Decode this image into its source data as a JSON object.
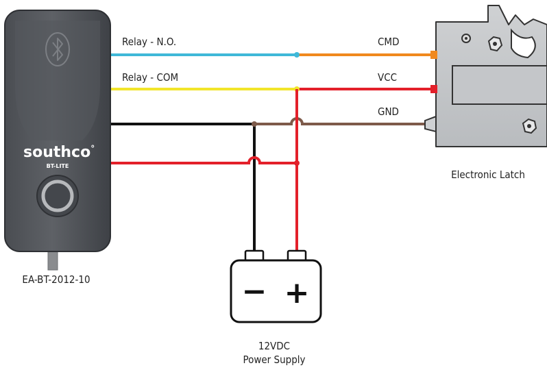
{
  "device": {
    "brand": "southco",
    "brand_mark": "°",
    "model_badge": "BT-LITE",
    "part_number": "EA-BT-2012-10",
    "icon": "bluetooth-icon"
  },
  "latch": {
    "caption": "Electronic Latch"
  },
  "power_supply": {
    "line1": "12VDC",
    "line2": "Power Supply",
    "neg_symbol": "−",
    "pos_symbol": "+"
  },
  "wires": {
    "relay_no": {
      "label": "Relay - N.O.",
      "color": "#3fb8d8"
    },
    "relay_com": {
      "label": "Relay - COM",
      "color": "#f2e52a"
    },
    "cmd": {
      "label": "CMD",
      "color": "#f0891e"
    },
    "vcc": {
      "label": "VCC",
      "color": "#e3202a"
    },
    "gnd": {
      "label": "GND",
      "color": "#7d5a4a"
    },
    "black": {
      "color": "#111111"
    },
    "red": {
      "color": "#e3202a"
    }
  }
}
